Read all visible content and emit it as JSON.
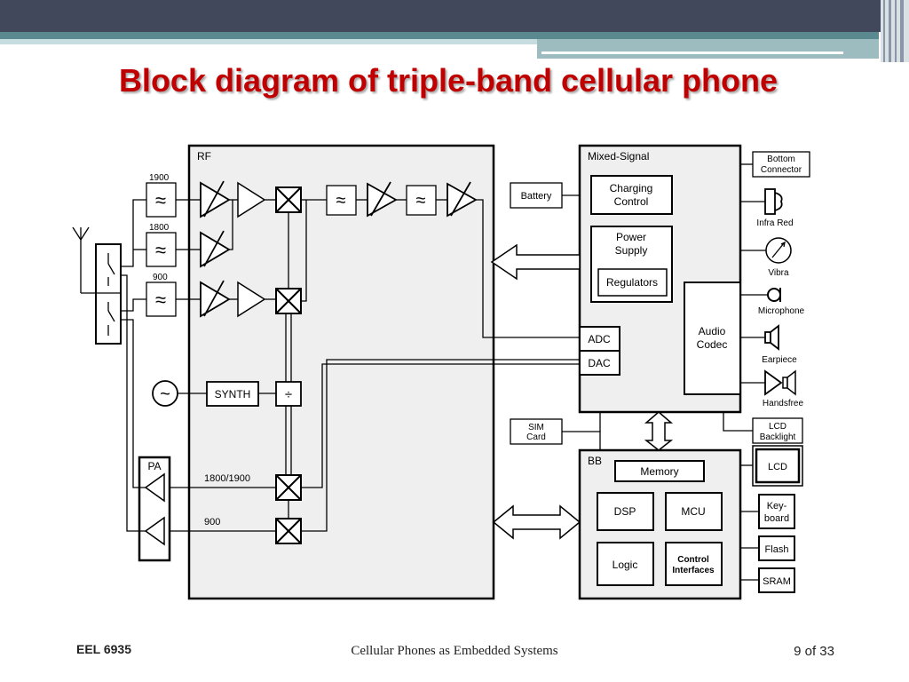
{
  "slide": {
    "title": "Block diagram of triple-band cellular phone",
    "footer_left": "EEL 6935",
    "footer_center": "Cellular Phones as Embedded Systems",
    "footer_right": "9 of 33"
  },
  "diagram": {
    "sections": {
      "rf": "RF",
      "mixed": "Mixed-Signal",
      "bb": "BB"
    },
    "band_labels": {
      "b1900": "1900",
      "b1800": "1800",
      "b900": "900",
      "tx_1800_1900": "1800/1900",
      "tx_900": "900"
    },
    "rf_blocks": {
      "synth": "SYNTH",
      "pa": "PA",
      "divider": "÷",
      "oscillator": "~",
      "filter_glyph": "≈"
    },
    "mixed_blocks": {
      "charging_l1": "Charging",
      "charging_l2": "Control",
      "power_l1": "Power",
      "power_l2": "Supply",
      "regulators": "Regulators",
      "audio_l1": "Audio",
      "audio_l2": "Codec",
      "adc": "ADC",
      "dac": "DAC"
    },
    "bb_blocks": {
      "memory": "Memory",
      "dsp": "DSP",
      "mcu": "MCU",
      "logic": "Logic",
      "ctrl_l1": "Control",
      "ctrl_l2": "Interfaces"
    },
    "external": {
      "battery": "Battery",
      "sim_l1": "SIM",
      "sim_l2": "Card",
      "bottom_l1": "Bottom",
      "bottom_l2": "Connector",
      "infrared": "Infra Red",
      "vibra": "Vibra",
      "microphone": "Microphone",
      "earpiece": "Earpiece",
      "handsfree": "Handsfree",
      "lcd_bl_l1": "LCD",
      "lcd_bl_l2": "Backlight",
      "lcd": "LCD",
      "key_l1": "Key-",
      "key_l2": "board",
      "flash": "Flash",
      "sram": "SRAM"
    }
  }
}
